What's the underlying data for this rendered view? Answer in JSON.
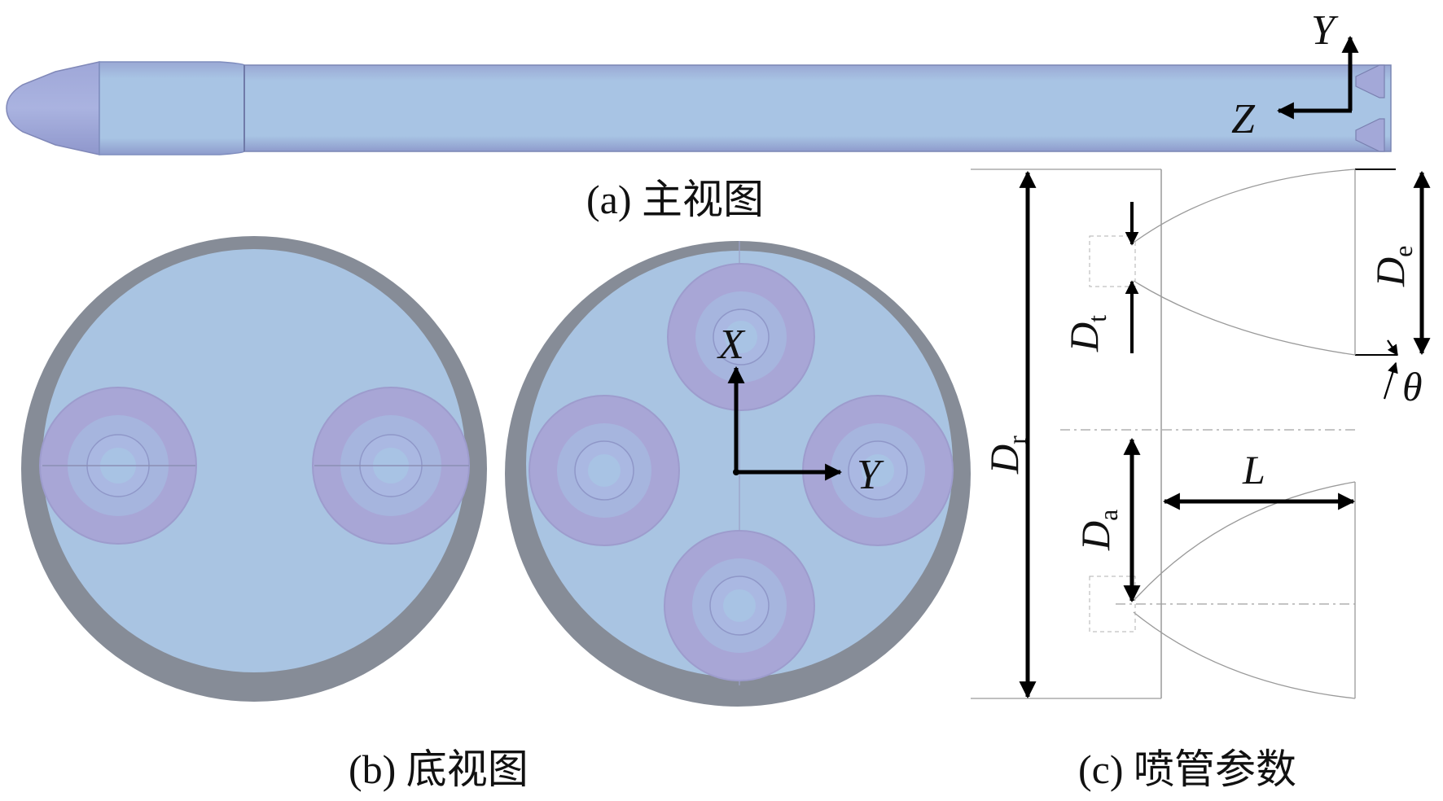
{
  "captions": {
    "front_view": "(a) 主视图",
    "bottom_view": "(b) 底视图",
    "nozzle_params": "(c) 喷管参数"
  },
  "axes": {
    "front": {
      "y": "Y",
      "z": "Z"
    },
    "bottom": {
      "x": "X",
      "y": "Y"
    }
  },
  "dimensions": {
    "dr": {
      "main": "D",
      "sub": "r"
    },
    "dt": {
      "main": "D",
      "sub": "t"
    },
    "de": {
      "main": "D",
      "sub": "e"
    },
    "da": {
      "main": "D",
      "sub": "a"
    },
    "l": "L",
    "theta": "θ"
  },
  "colors": {
    "body": "#a6c3e3",
    "body_edge": "#7a86b4",
    "nozzle": "#a8a6d6",
    "rim": "#8a8f99",
    "ink": "#000000"
  }
}
